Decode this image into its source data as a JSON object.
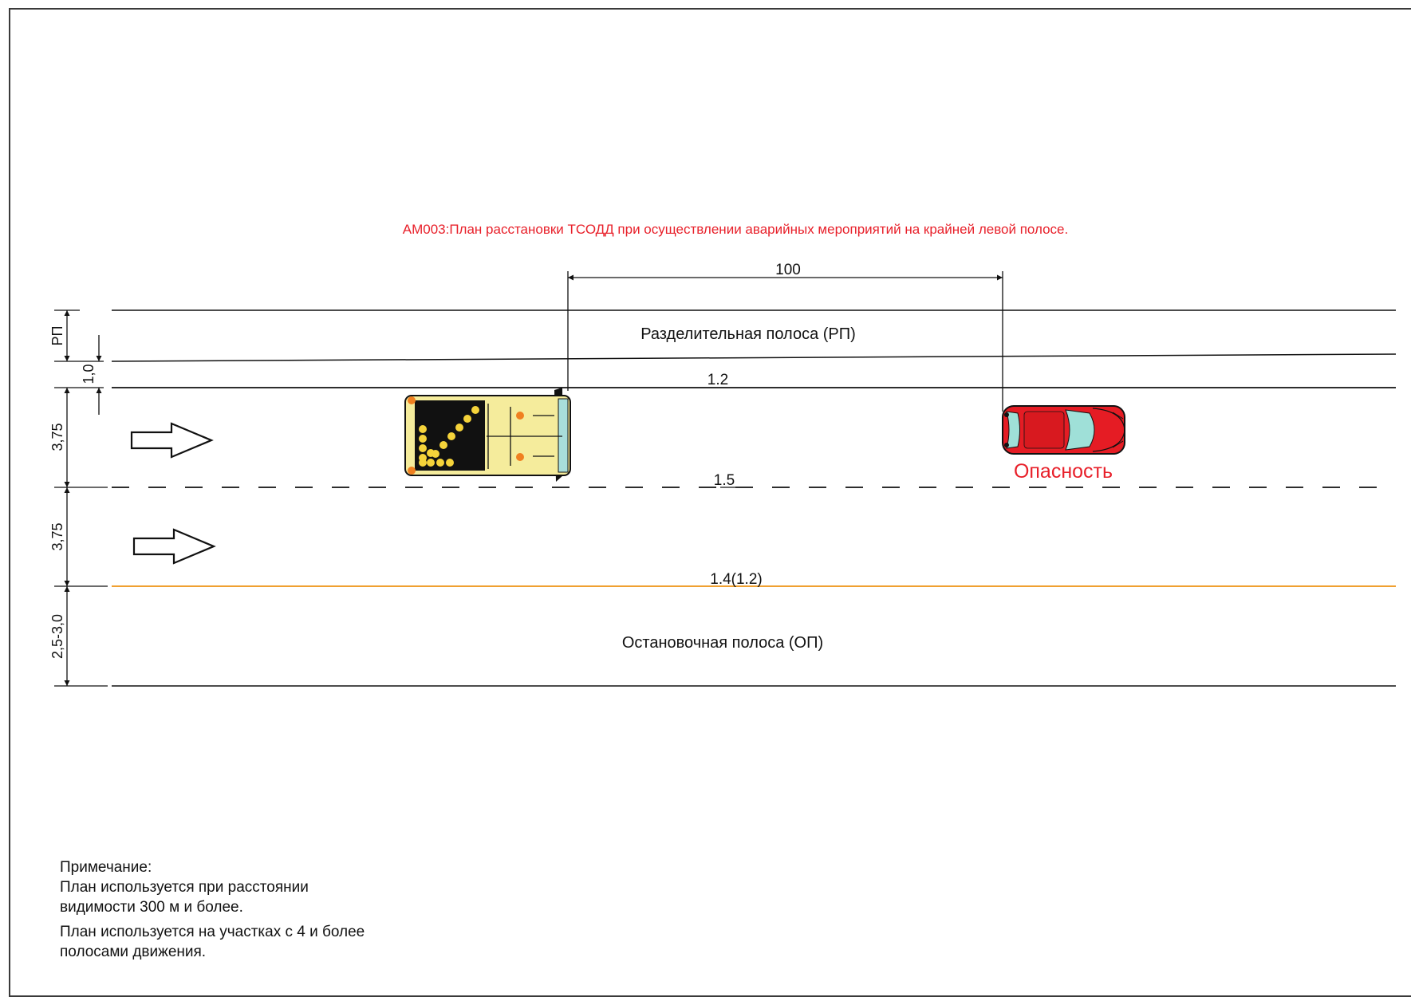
{
  "title": "AM003:План расстановки ТСОДД при осуществлении аварийных мероприятий на крайней левой полосе.",
  "distance_label": "100",
  "zones": {
    "median": "Разделительная полоса (РП)",
    "shoulder": "Остановочная полоса (ОП)"
  },
  "markings": {
    "solid_inner": "1.2",
    "dashed": "1.5",
    "edge": "1.4(1.2)"
  },
  "dimensions": {
    "median": "РП",
    "gap": "1,0",
    "lane1": "3,75",
    "lane2": "3,75",
    "shoulder": "2,5-3,0"
  },
  "hazard_label": "Опасность",
  "note": {
    "heading": "Примечание:",
    "line1": "План используется при расстоянии",
    "line2": "видимости  300 м  и более.",
    "line3": "План используется на участках с 4 и более",
    "line4": "полосами движения."
  },
  "colors": {
    "title": "#e8202a",
    "hazard": "#e8202a",
    "edge_line": "#f0a030",
    "truck_body": "#f5ec9c",
    "car_body": "#e51c24"
  },
  "icons": [
    "arrow-right-icon",
    "arrow-board-truck-icon",
    "red-car-icon"
  ]
}
